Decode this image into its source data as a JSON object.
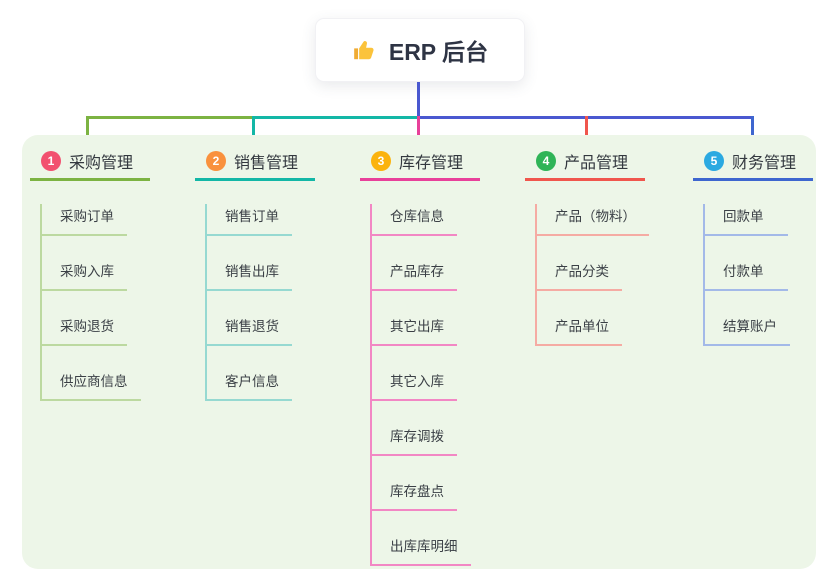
{
  "root": {
    "title": "ERP 后台",
    "icon": "thumbs-up-icon",
    "icon_color": "#fbc33b",
    "trunk_color": "#4a58d0"
  },
  "panel": {
    "background": "#edf6e8"
  },
  "branches": [
    {
      "num": "1",
      "label": "采购管理",
      "badge_color": "#f2516f",
      "line_color": "#7cb342",
      "child_line_color": "#bcd9a0",
      "children": [
        "采购订单",
        "采购入库",
        "采购退货",
        "供应商信息"
      ]
    },
    {
      "num": "2",
      "label": "销售管理",
      "badge_color": "#f9913d",
      "line_color": "#13b7a6",
      "child_line_color": "#96d9d1",
      "children": [
        "销售订单",
        "销售出库",
        "销售退货",
        "客户信息"
      ]
    },
    {
      "num": "3",
      "label": "库存管理",
      "badge_color": "#fbb30d",
      "line_color": "#e8409a",
      "child_line_color": "#f287c4",
      "children": [
        "仓库信息",
        "产品库存",
        "其它出库",
        "其它入库",
        "库存调拨",
        "库存盘点",
        "出库库明细"
      ]
    },
    {
      "num": "4",
      "label": "产品管理",
      "badge_color": "#2fb457",
      "line_color": "#f0564d",
      "child_line_color": "#f5aba3",
      "children": [
        "产品（物料）",
        "产品分类",
        "产品单位"
      ]
    },
    {
      "num": "5",
      "label": "财务管理",
      "badge_color": "#2ba9e1",
      "line_color": "#3e66cf",
      "child_line_color": "#a3b9e8",
      "children": [
        "回款单",
        "付款单",
        "结算账户"
      ]
    }
  ]
}
